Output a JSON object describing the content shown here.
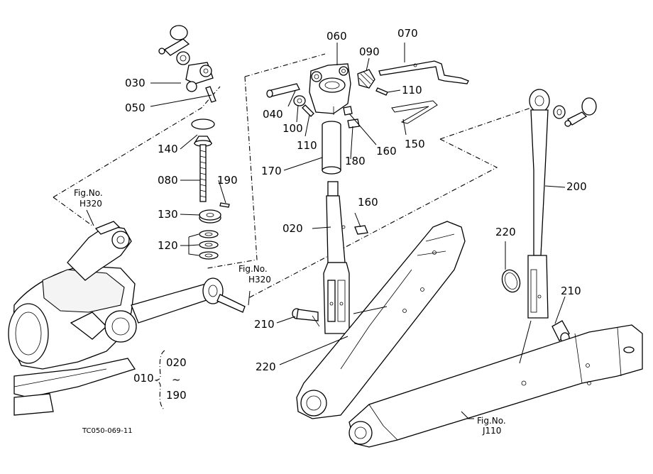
{
  "callouts": [
    {
      "id": "c030",
      "text": "030"
    },
    {
      "id": "c050",
      "text": "050"
    },
    {
      "id": "c140",
      "text": "140"
    },
    {
      "id": "c080",
      "text": "080"
    },
    {
      "id": "c190",
      "text": "190"
    },
    {
      "id": "c130",
      "text": "130"
    },
    {
      "id": "c120",
      "text": "120"
    },
    {
      "id": "c060",
      "text": "060"
    },
    {
      "id": "c070",
      "text": "070"
    },
    {
      "id": "c090",
      "text": "090"
    },
    {
      "id": "c110a",
      "text": "110"
    },
    {
      "id": "c040",
      "text": "040"
    },
    {
      "id": "c100",
      "text": "100"
    },
    {
      "id": "c110b",
      "text": "110"
    },
    {
      "id": "c160a",
      "text": "160"
    },
    {
      "id": "c150",
      "text": "150"
    },
    {
      "id": "c180",
      "text": "180"
    },
    {
      "id": "c170",
      "text": "170"
    },
    {
      "id": "c160b",
      "text": "160"
    },
    {
      "id": "c020",
      "text": "020"
    },
    {
      "id": "c200",
      "text": "200"
    },
    {
      "id": "c220a",
      "text": "220"
    },
    {
      "id": "c210a",
      "text": "210"
    },
    {
      "id": "c210b",
      "text": "210"
    },
    {
      "id": "c220b",
      "text": "220"
    }
  ],
  "references": [
    {
      "id": "ref1",
      "label": "Fig.No.",
      "code": "H320"
    },
    {
      "id": "ref2",
      "label": "Fig.No.",
      "code": "H320"
    },
    {
      "id": "ref3",
      "label": "Fig.No.",
      "code": "J110"
    }
  ],
  "assembly": {
    "number": "010",
    "range_from": "020",
    "range_sep": "~",
    "range_to": "190"
  },
  "drawing_code": "TC050-069-11"
}
